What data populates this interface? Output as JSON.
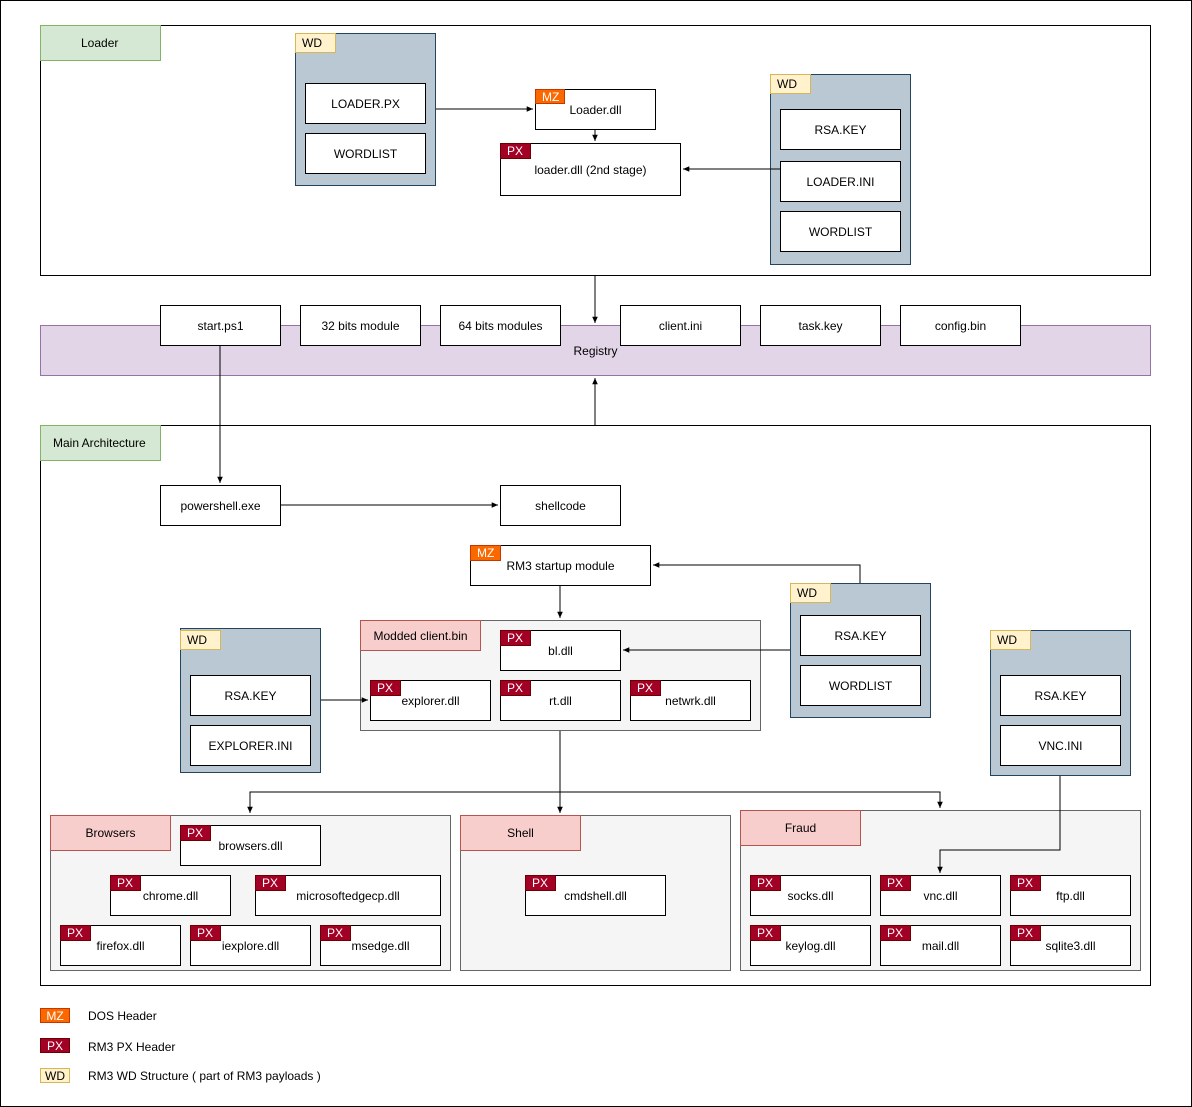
{
  "loader": {
    "title": "Loader",
    "wd_left": {
      "tag": "WD",
      "items": [
        "LOADER.PX",
        "WORDLIST"
      ]
    },
    "loader_dll": {
      "tag": "MZ",
      "label": "Loader.dll"
    },
    "loader_2nd": {
      "tag": "PX",
      "label": "loader.dll (2nd stage)"
    },
    "wd_right": {
      "tag": "WD",
      "items": [
        "RSA.KEY",
        "LOADER.INI",
        "WORDLIST"
      ]
    }
  },
  "registry": {
    "label": "Registry",
    "items": [
      "start.ps1",
      "32 bits module",
      "64 bits modules",
      "client.ini",
      "task.key",
      "config.bin"
    ]
  },
  "main": {
    "title": "Main Architecture",
    "powershell": "powershell.exe",
    "shellcode": "shellcode",
    "startup": {
      "tag": "MZ",
      "label": "RM3 startup module"
    },
    "wd_startup": {
      "tag": "WD",
      "items": [
        "RSA.KEY",
        "WORDLIST"
      ]
    },
    "wd_explorer": {
      "tag": "WD",
      "items": [
        "RSA.KEY",
        "EXPLORER.INI"
      ]
    },
    "wd_vnc": {
      "tag": "WD",
      "items": [
        "RSA.KEY",
        "VNC.INI"
      ]
    },
    "modded": {
      "title": "Modded client.bin",
      "modules": [
        {
          "tag": "PX",
          "label": "bl.dll"
        },
        {
          "tag": "PX",
          "label": "explorer.dll"
        },
        {
          "tag": "PX",
          "label": "rt.dll"
        },
        {
          "tag": "PX",
          "label": "netwrk.dll"
        }
      ]
    },
    "browsers": {
      "title": "Browsers",
      "modules": [
        {
          "tag": "PX",
          "label": "browsers.dll"
        },
        {
          "tag": "PX",
          "label": "chrome.dll"
        },
        {
          "tag": "PX",
          "label": "microsoftedgecp.dll"
        },
        {
          "tag": "PX",
          "label": "firefox.dll"
        },
        {
          "tag": "PX",
          "label": "iexplore.dll"
        },
        {
          "tag": "PX",
          "label": "msedge.dll"
        }
      ]
    },
    "shell": {
      "title": "Shell",
      "modules": [
        {
          "tag": "PX",
          "label": "cmdshell.dll"
        }
      ]
    },
    "fraud": {
      "title": "Fraud",
      "modules": [
        {
          "tag": "PX",
          "label": "socks.dll"
        },
        {
          "tag": "PX",
          "label": "vnc.dll"
        },
        {
          "tag": "PX",
          "label": "ftp.dll"
        },
        {
          "tag": "PX",
          "label": "keylog.dll"
        },
        {
          "tag": "PX",
          "label": "mail.dll"
        },
        {
          "tag": "PX",
          "label": "sqlite3.dll"
        }
      ]
    }
  },
  "legend": [
    {
      "tag": "MZ",
      "text": "DOS Header"
    },
    {
      "tag": "PX",
      "text": "RM3 PX Header"
    },
    {
      "tag": "WD",
      "text": "RM3 WD Structure ( part of RM3 payloads )"
    }
  ],
  "colors": {
    "mz": "#fa6800",
    "px": "#a20025",
    "wd": "#fff2cc",
    "section_title": "#d5e8d4",
    "group_title": "#f8cecc",
    "wd_panel": "#bac8d3",
    "registry": "#e1d5e7"
  }
}
